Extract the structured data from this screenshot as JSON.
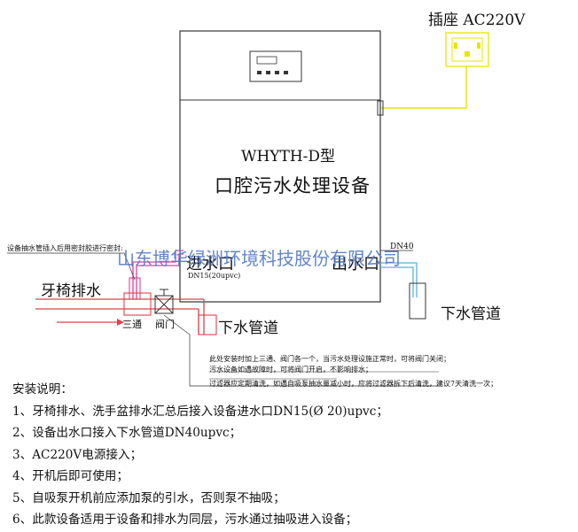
{
  "socket_label": "插座 AC220V",
  "equipment": {
    "model": "WHYTH-D型",
    "name": "口腔污水处理设备",
    "inlet_label": "进水口",
    "outlet_label": "出水口"
  },
  "pipe_labels": {
    "dental_drain": "牙椅排水",
    "tee": "三通",
    "valve": "阀门",
    "drain_pipe_left": "下水管道",
    "drain_pipe_right": "下水管道",
    "inlet_size": "DN15(20upvc)",
    "outlet_size": "DN40"
  },
  "seal_note": "设备抽水管插入后用密封胶进行密封:",
  "watermark": "山东博华绿洲环境科技股份有限公司",
  "remarks": [
    "此处安装时加上三通、阀门各一个，当污水处理设施正常时，可将阀门关闭；",
    "污水设备如遇故障时，可将阀门开启，不影响排水；",
    "过滤器应定期清洗，如遇自吸泵抽水量减小时，应将过滤器拆下后清洗，建议7天清洗一次；"
  ],
  "install_notes": {
    "title": "安装说明：",
    "items": [
      "1、牙椅排水、洗手盆排水汇总后接入设备进水口DN15(Ø 20)upvc；",
      "2、设备出水口接入下水管道DN40upvc；",
      "3、AC220V电源接入；",
      "4、开机后即可使用；",
      "5、自吸泵开机前应添加泵的引水，否则泵不抽吸；",
      "6、此款设备适用于设备和排水为同层，污水通过抽吸进入设备；"
    ]
  },
  "colors": {
    "power_cable": "#e8e600",
    "inlet_pipe": "#e0409a",
    "drain_pipe": "#e2404a",
    "outlet_pipe": "#5ab0d8",
    "watermark": "#5a7ec8"
  }
}
